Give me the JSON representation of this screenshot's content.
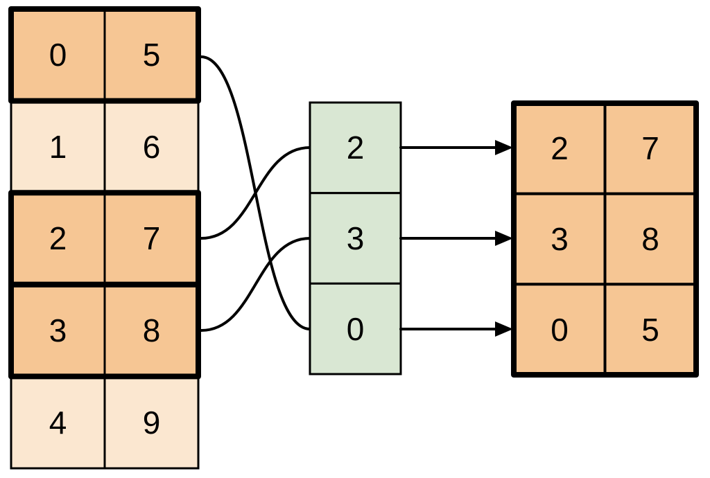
{
  "source_table": {
    "rows": [
      {
        "left": "0",
        "right": "5",
        "highlighted": true
      },
      {
        "left": "1",
        "right": "6",
        "highlighted": false
      },
      {
        "left": "2",
        "right": "7",
        "highlighted": true
      },
      {
        "left": "3",
        "right": "8",
        "highlighted": true
      },
      {
        "left": "4",
        "right": "9",
        "highlighted": false
      }
    ]
  },
  "index_list": {
    "values": [
      "2",
      "3",
      "0"
    ]
  },
  "result_table": {
    "rows": [
      {
        "left": "2",
        "right": "7"
      },
      {
        "left": "3",
        "right": "8"
      },
      {
        "left": "0",
        "right": "5"
      }
    ]
  },
  "mappings": [
    {
      "index_value": "2",
      "source_row": 2,
      "result_row": 0
    },
    {
      "index_value": "3",
      "source_row": 3,
      "result_row": 1
    },
    {
      "index_value": "0",
      "source_row": 0,
      "result_row": 2
    }
  ],
  "colors": {
    "highlight_fill": "#F6C694",
    "muted_fill": "#FBE7D0",
    "index_fill": "#D9E7D3",
    "line": "#000000",
    "background": "#FFFFFF"
  }
}
